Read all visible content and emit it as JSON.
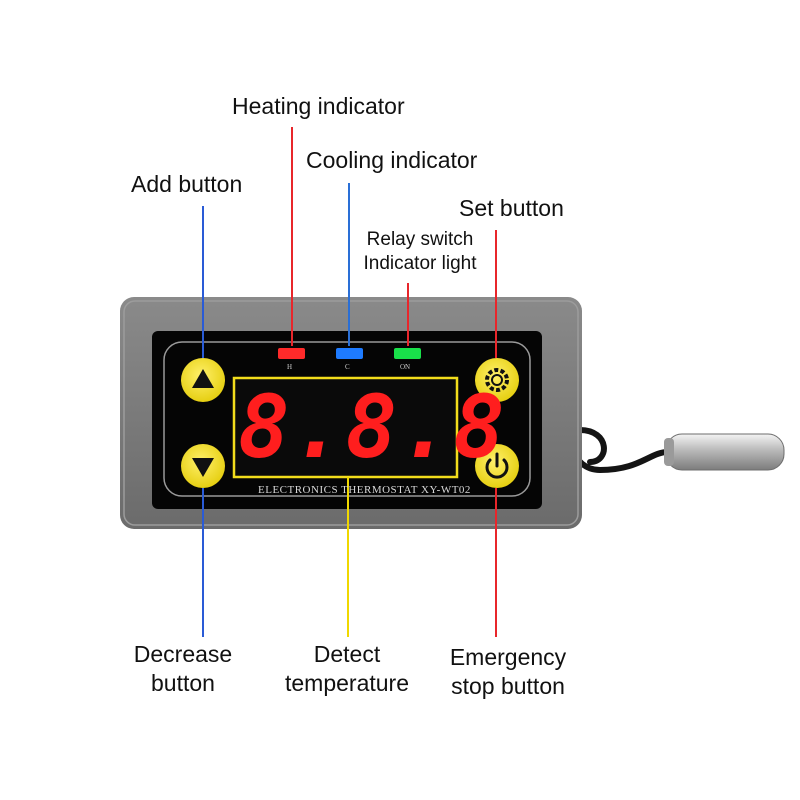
{
  "labels": {
    "heating": "Heating indicator",
    "cooling": "Cooling indicator",
    "add": "Add button",
    "set": "Set button",
    "relay_line1": "Relay switch",
    "relay_line2": "Indicator light",
    "decrease_line1": "Decrease",
    "decrease_line2": "button",
    "detect_line1": "Detect",
    "detect_line2": "temperature",
    "emergency_line1": "Emergency",
    "emergency_line2": "stop button"
  },
  "device": {
    "led_h": "H",
    "led_c": "C",
    "led_on": "ON",
    "display_value": "8.8.8",
    "brand_text": "ELECTRONICS THERMOSTAT XY-WT02"
  },
  "colors": {
    "heating_line": "#e8262b",
    "cooling_line": "#2a6fd6",
    "relay_line": "#e8262b",
    "add_line": "#2a5bd6",
    "decrease_line": "#2a5bd6",
    "set_line": "#e8262b",
    "emergency_line": "#e8262b",
    "detect_line": "#f0d800",
    "led_red": "#ff2a2a",
    "led_blue": "#1e7bff",
    "led_green": "#19e04a",
    "button_yellow": "#f2dd1c",
    "display_red": "#ff1e1e",
    "display_frame": "#f2dd1c"
  },
  "icons": {
    "add": "triangle-up-icon",
    "decrease": "triangle-down-icon",
    "set": "gear-icon",
    "emergency": "power-icon"
  }
}
